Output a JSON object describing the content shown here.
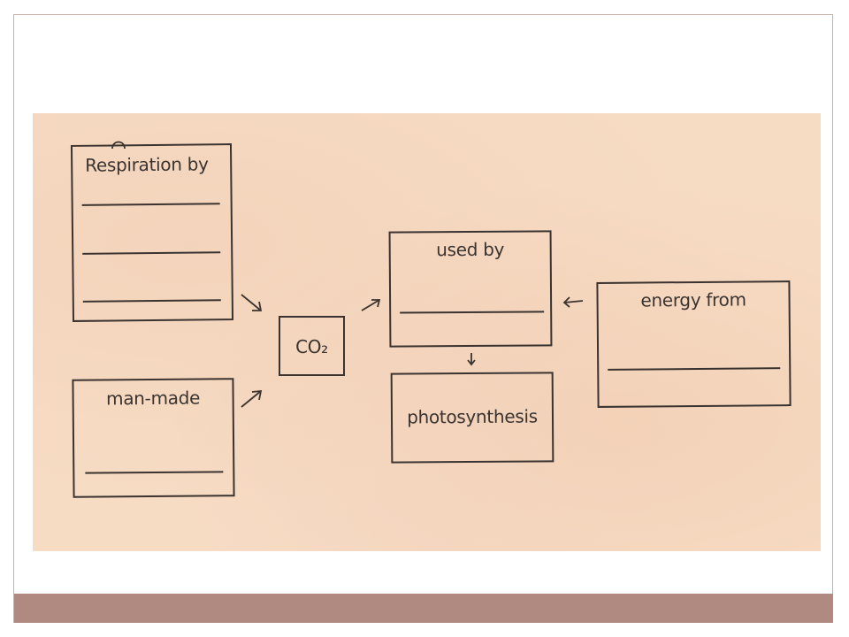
{
  "diagram": {
    "respiration": {
      "label": "Respiration by"
    },
    "man_made": {
      "label": "man-made"
    },
    "co2": {
      "label": "CO₂"
    },
    "used_by": {
      "label": "used by"
    },
    "photosynthesis": {
      "label": "photosynthesis"
    },
    "energy_from": {
      "label": "energy from"
    }
  },
  "colors": {
    "paper": "#f7dcc4",
    "ink": "#3a3330",
    "footer": "#b08a80"
  }
}
